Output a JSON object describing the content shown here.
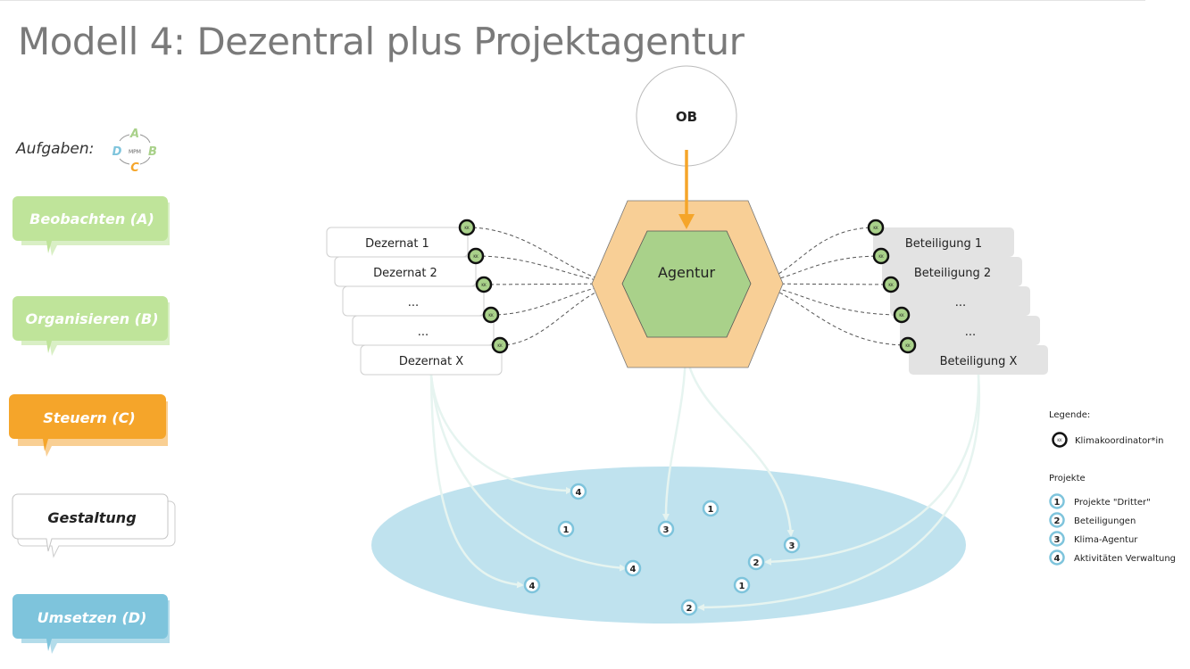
{
  "title": "Modell 4: Dezentral plus Projektagentur",
  "aufgaben_label": "Aufgaben:",
  "mpm": {
    "a": "A",
    "b": "B",
    "c": "C",
    "d": "D",
    "center": "MPM"
  },
  "tasks": [
    {
      "label": "Beobachten (A)",
      "bg": "#bfe49a",
      "color": "#ffffff"
    },
    {
      "label": "Organisieren (B)",
      "bg": "#bfe49a",
      "color": "#ffffff"
    },
    {
      "label": "Steuern (C)",
      "bg": "#f5a52a",
      "color": "#ffffff"
    },
    {
      "label": "Gestaltung",
      "bg": "#ffffff",
      "color": "#222222"
    },
    {
      "label": "Umsetzen (D)",
      "bg": "#7ec4dc",
      "color": "#ffffff"
    }
  ],
  "ob_label": "OB",
  "agentur_label": "Agentur",
  "dezernate": [
    "Dezernat 1",
    "Dezernat 2",
    "...",
    "...",
    "Dezernat X"
  ],
  "beteiligungen": [
    "Beteiligung 1",
    "Beteiligung 2",
    "...",
    "...",
    "Beteiligung X"
  ],
  "kk_badge": "KK",
  "project_numbers": [
    "4",
    "1",
    "3",
    "1",
    "3",
    "2",
    "4",
    "4",
    "1",
    "2"
  ],
  "legend": {
    "title": "Legende:",
    "kk_label": "Klimakoordinator*in",
    "projects_title": "Projekte",
    "items": [
      {
        "num": "1",
        "label": "Projekte \"Dritter\""
      },
      {
        "num": "2",
        "label": "Beteiligungen"
      },
      {
        "num": "3",
        "label": "Klima-Agentur"
      },
      {
        "num": "4",
        "label": "Aktivitäten Verwaltung"
      }
    ]
  },
  "colors": {
    "orange": "#f5a52a",
    "hex_outer": "#f8cf96",
    "hex_inner": "#a9d18a",
    "ellipse": "#bfe2ee",
    "kk_green": "#a9d18a",
    "project_ring": "#7ec4dc",
    "gray_box": "#e3e3e3"
  }
}
